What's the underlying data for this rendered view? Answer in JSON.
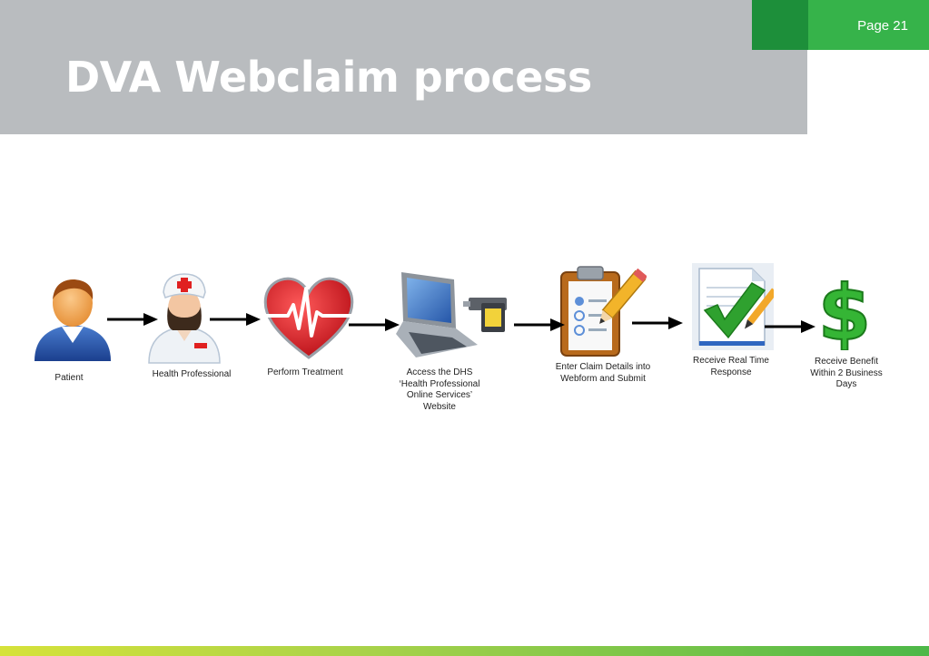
{
  "slide": {
    "title": "DVA Webclaim process",
    "page_label": "Page 21"
  },
  "steps": [
    {
      "id": "patient",
      "icon": "patient-icon",
      "label": "Patient"
    },
    {
      "id": "health-professional",
      "icon": "nurse-icon",
      "label": "Health Professional"
    },
    {
      "id": "treatment",
      "icon": "heart-icon",
      "label": "Perform Treatment"
    },
    {
      "id": "access-website",
      "icon": "laptop-icon",
      "label": "Access the DHS ‘Health Professional Online Services’ Website"
    },
    {
      "id": "enter-claim",
      "icon": "clipboard-icon",
      "label": "Enter Claim Details into Webform and Submit"
    },
    {
      "id": "response",
      "icon": "checkmark-document-icon",
      "label": "Receive Real Time Response"
    },
    {
      "id": "benefit",
      "icon": "dollar-icon",
      "label": "Receive Benefit Within 2 Business Days"
    }
  ],
  "colors": {
    "header_band": "#b9bcbf",
    "tab_dark_green": "#1d8f3a",
    "tab_green": "#36b34a",
    "heart_red": "#e0202a",
    "check_green": "#2fa12f",
    "dollar_green": "#35b535"
  }
}
